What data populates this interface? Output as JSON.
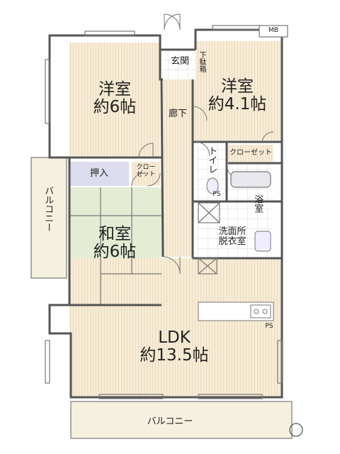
{
  "rooms": {
    "western_a": {
      "line1": "洋室",
      "line2": "約6帖"
    },
    "western_b": {
      "line1": "洋室",
      "line2": "約4.1帖"
    },
    "japanese": {
      "line1": "和室",
      "line2": "約6帖"
    },
    "ldk": {
      "line1": "LDK",
      "line2": "約13.5帖"
    },
    "entrance": "玄関",
    "shoe_box": "下駄箱",
    "corridor": "廊下",
    "closet_top": "クローゼット",
    "closet_mid_1": "クロー",
    "closet_mid_2": "ゼット",
    "oshiire": "押入",
    "toilet": "トイレ",
    "bath": "浴室",
    "washroom_1": "洗面所",
    "washroom_2": "脱衣室",
    "ps_1": "PS",
    "ps_2": "PS",
    "mb": "MB",
    "balcony_side": "バルコニー",
    "balcony_bottom": "バルコニー"
  },
  "icons": {
    "north": "north-arrow-icon"
  }
}
